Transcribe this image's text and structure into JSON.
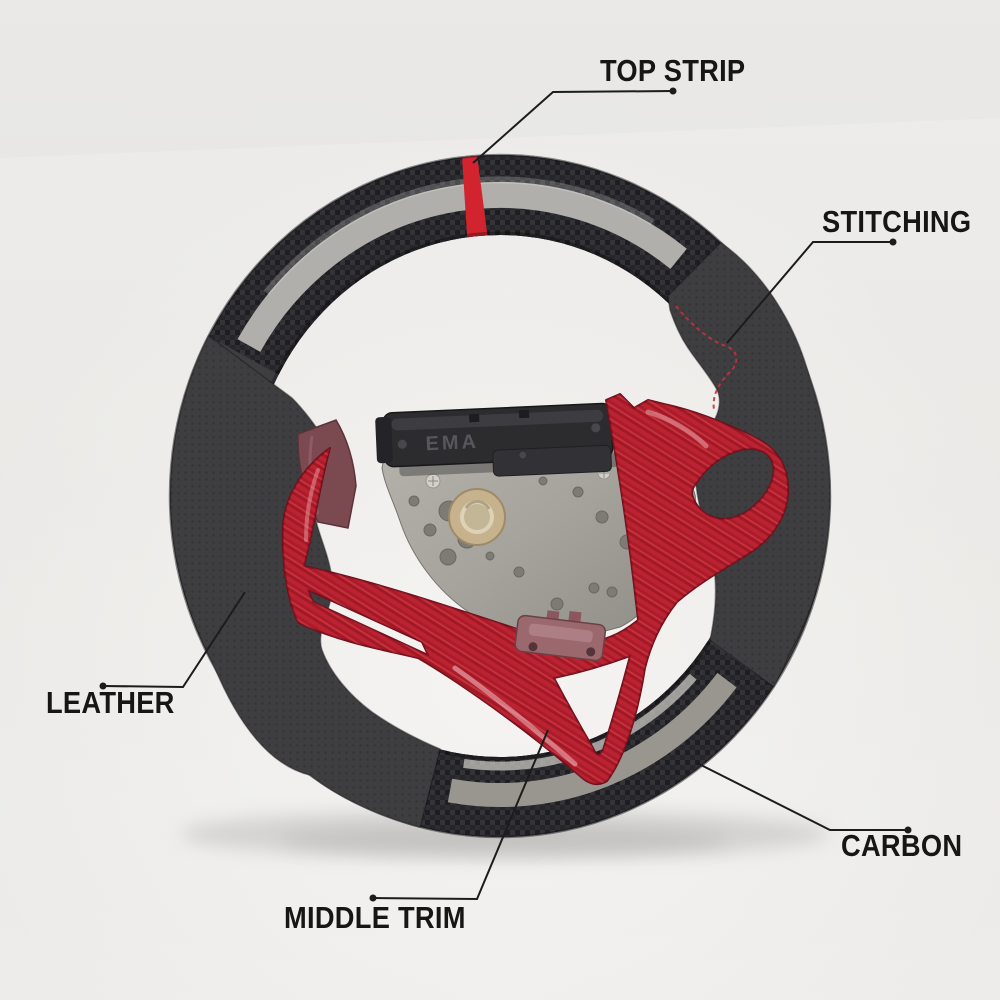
{
  "figure": {
    "subject": "Custom steering wheel product photo with annotated parts",
    "hub_module_marking": "EMA"
  },
  "callouts": {
    "top_strip": {
      "label": "TOP STRIP",
      "points_to": "red centering stripe at top of rim"
    },
    "stitching": {
      "label": "STITCHING",
      "points_to": "red stitching on upper right grip"
    },
    "leather": {
      "label": "LEATHER",
      "points_to": "perforated leather left grip"
    },
    "carbon": {
      "label": "CARBON",
      "points_to": "carbon fiber bottom rim section"
    },
    "middle_trim": {
      "label": "MIDDLE TRIM",
      "points_to": "red trim center spoke"
    }
  },
  "colors": {
    "background": "#e7e6e4",
    "label_text": "#161616",
    "leader_line": "#1c1c1c",
    "leather": "#3e3e41",
    "carbon_base": "#26262a",
    "rim_stripe_top": "#b1afab",
    "rim_stripe_bottom": "#98968f",
    "red_marker": "#d2242e",
    "red_trim": "#b6212f",
    "hub_metal": "#a6a39d",
    "module_black": "#2c2c2f",
    "bore_brass": "#c6b28c"
  }
}
